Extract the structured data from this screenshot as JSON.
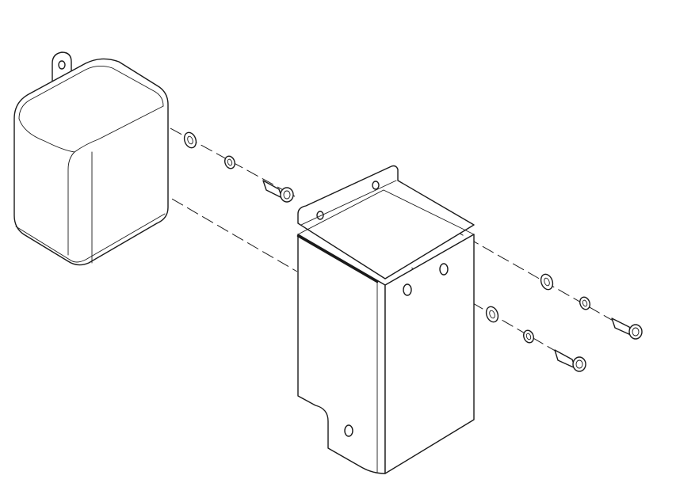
{
  "drawing": {
    "type": "exploded-isometric-assembly",
    "line_color": "#1a1a1a",
    "paper_color": "#ffffff",
    "parts": [
      {
        "id": "enclosure",
        "kind": "rounded-box-housing",
        "mounting_tab": true
      },
      {
        "id": "bracket",
        "kind": "sheet-metal-bracket"
      },
      {
        "id": "upper-fastener-left",
        "kind": "flat-washer + lock-washer + socket-head-cap-screw"
      },
      {
        "id": "upper-fastener-right",
        "kind": "flat-washer + lock-washer + socket-head-cap-screw"
      },
      {
        "id": "lower-fastener-right",
        "kind": "flat-washer + lock-washer + socket-head-cap-screw"
      }
    ]
  }
}
